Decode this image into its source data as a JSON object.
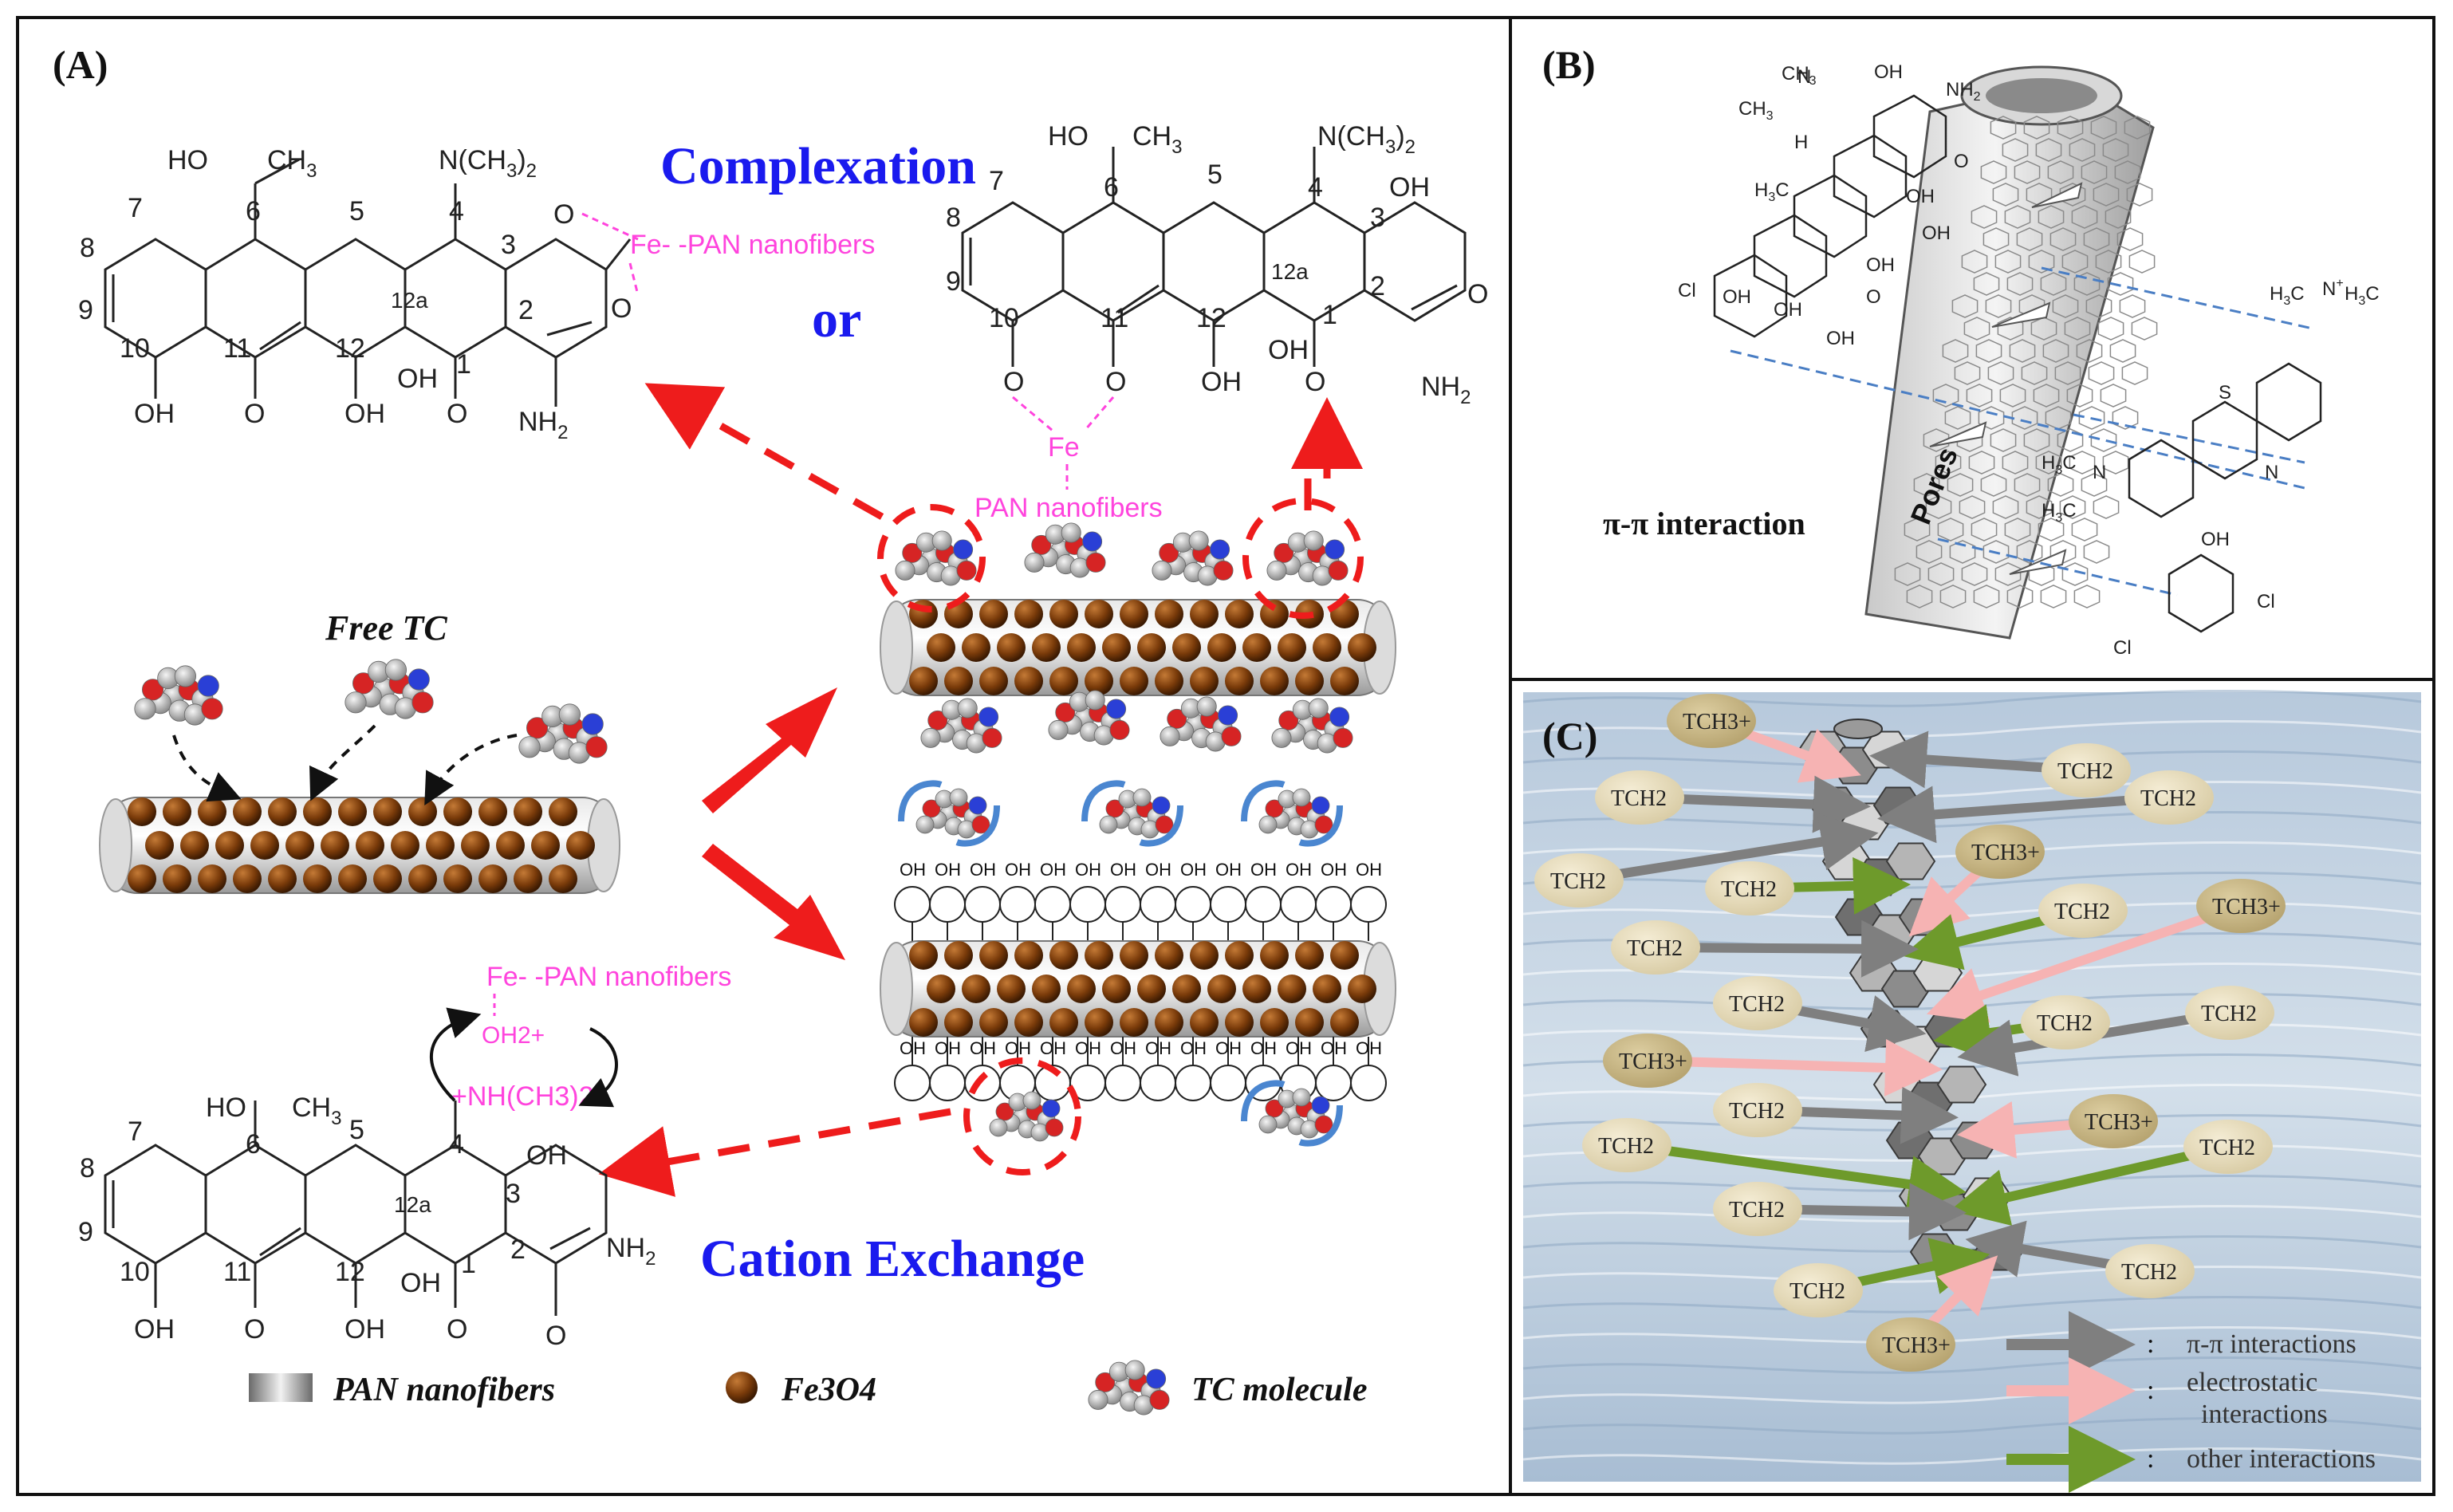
{
  "panels": {
    "a": {
      "label": "(A)",
      "complexation": "Complexation",
      "or": "or",
      "cation_exchange": "Cation Exchange",
      "free_tc": "Free TC",
      "fe_pan_1": "Fe- -PAN nanofibers",
      "fe_2": "Fe",
      "pan_nanofibers_2": "PAN nanofibers",
      "fe_pan_3": "Fe- -PAN nanofibers",
      "oh2_plus": "OH2+",
      "nh_plus": "+NH(CH3)2",
      "legend": {
        "pan": "PAN nanofibers",
        "fe3o4": "Fe3O4",
        "tc": "TC molecule"
      },
      "oh": "OH"
    },
    "b": {
      "label": "(B)",
      "pi_pi": "π-π interaction",
      "pores": "Pores"
    },
    "c": {
      "label": "(C)",
      "tch2": "TCH2",
      "tch3": "TCH3+",
      "legend": {
        "pi": "π-π interactions",
        "electrostatic_1": "electrostatic",
        "electrostatic_2": "interactions",
        "other": "other interactions",
        "colon": ":"
      }
    }
  },
  "colors": {
    "magenta": "#ff44dd",
    "blue_title": "#1a1aee",
    "red_arrow": "#ee1c1c",
    "fe_bead": "#7a3b0a",
    "grey_arrow": "#7f7f7f",
    "pink_arrow": "#f6b3b3",
    "green_arrow": "#6e9a2b"
  }
}
